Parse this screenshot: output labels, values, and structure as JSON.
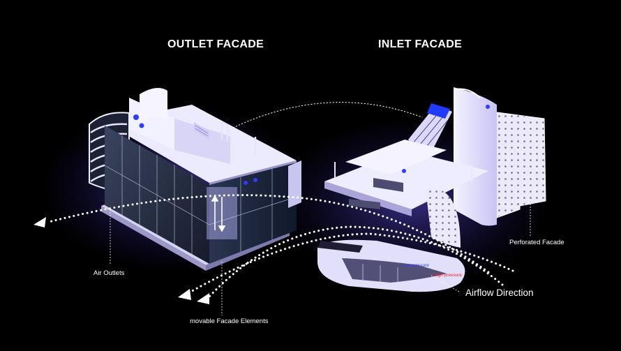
{
  "titles": {
    "outlet": "OUTLET FACADE",
    "inlet": "INLET FACADE"
  },
  "labels": {
    "air_outlets": "Air Outlets",
    "movable": "movable Facade Elements",
    "perforated": "Perforated Facade",
    "airflow": "Airflow Direction",
    "low_pressure": "low pressure",
    "high_pressure": "+ high pressure"
  },
  "colors": {
    "background": "#000000",
    "building": "#e6e4fb",
    "glow": "#5a4dff",
    "low_pressure": "#2e46ff",
    "high_pressure": "#ff2020"
  }
}
